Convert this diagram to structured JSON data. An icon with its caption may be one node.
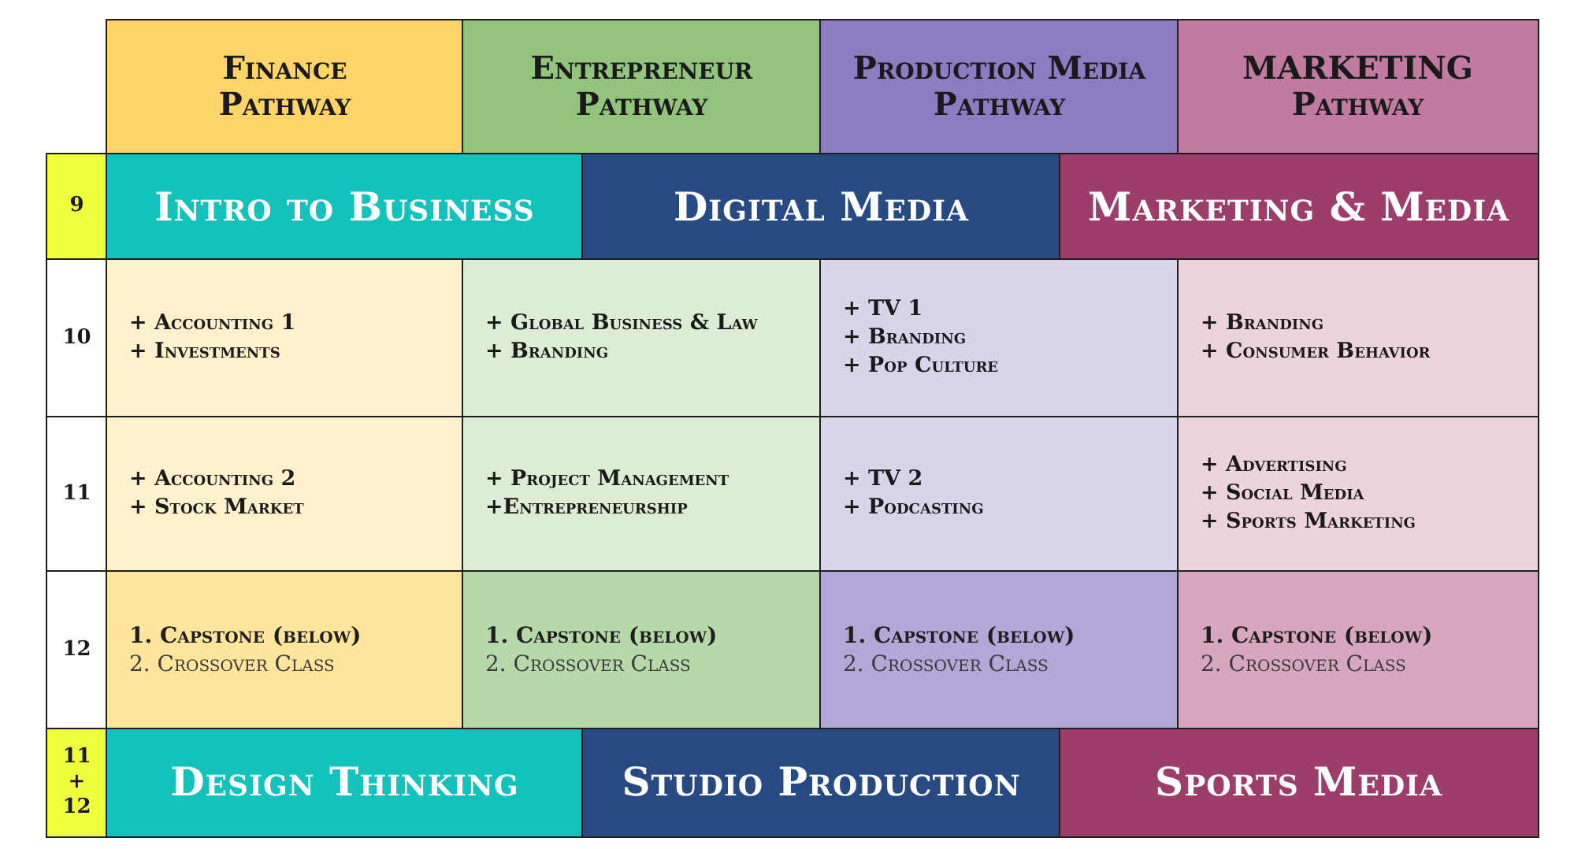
{
  "diagram": {
    "nodes": [
      {
        "text": [
          "Finance Pathway"
        ]
      },
      {
        "text": [
          "Entrepreneur Pathway"
        ]
      },
      {
        "text": [
          "Production Media Pathway"
        ]
      },
      {
        "text": [
          "MARKETING Pathway"
        ]
      },
      {
        "text": [
          "9"
        ]
      },
      {
        "text": [
          "Intro to Business"
        ]
      },
      {
        "text": [
          "Digital Media"
        ]
      },
      {
        "text": [
          "Marketing & Media"
        ]
      },
      {
        "text": [
          "10"
        ]
      },
      {
        "text": [
          "+ Accounting 1",
          "+ Investments"
        ]
      },
      {
        "text": [
          "+ Global Business & Law",
          "+ Branding"
        ]
      },
      {
        "text": [
          "+ TV 1",
          "+ Branding",
          "+ Pop Culture"
        ]
      },
      {
        "text": [
          "+ Branding",
          "+ Consumer Behavior"
        ]
      },
      {
        "text": [
          "11"
        ]
      },
      {
        "text": [
          "+ Accounting 2",
          "+ Stock Market"
        ]
      },
      {
        "text": [
          "+ Project Management",
          "+Entrepreneurship"
        ]
      },
      {
        "text": [
          "+ TV 2",
          "+ Podcasting"
        ]
      },
      {
        "text": [
          "+ Advertising",
          "+ Social Media",
          "+ Sports Marketing"
        ]
      },
      {
        "text": [
          "12"
        ]
      },
      {
        "text": [
          "1. Capstone (below)",
          "2. Crossover Class"
        ]
      },
      {
        "text": [
          "1. Capstone (below)",
          "2. Crossover Class"
        ]
      },
      {
        "text": [
          "1. Capstone (below)",
          "2. Crossover Class"
        ]
      },
      {
        "text": [
          "1. Capstone (below)",
          "2. Crossover Class"
        ]
      },
      {
        "text": [
          "11 + 12"
        ]
      },
      {
        "text": [
          "Design Thinking"
        ]
      },
      {
        "text": [
          "Studio Production"
        ]
      },
      {
        "text": [
          "Sports Media"
        ]
      }
    ]
  }
}
